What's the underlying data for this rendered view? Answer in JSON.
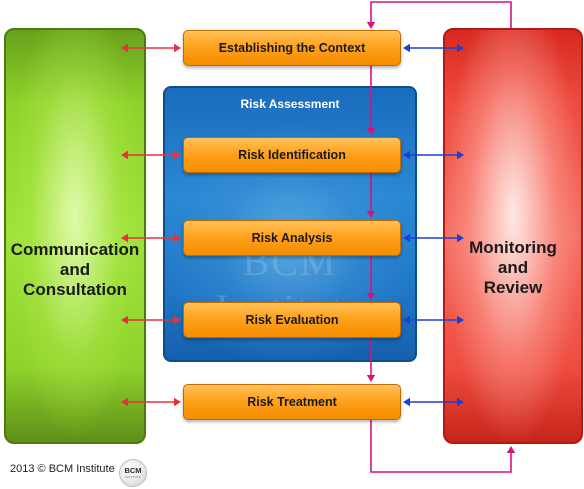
{
  "communication_panel": {
    "title": "Communication\nand\nConsultation"
  },
  "monitoring_panel": {
    "title": "Monitoring\nand\nReview"
  },
  "risk_assessment": {
    "title": "Risk Assessment",
    "watermark": "BCM Institute"
  },
  "steps": [
    {
      "label": "Establishing the Context"
    },
    {
      "label": "Risk Identification"
    },
    {
      "label": "Risk Analysis"
    },
    {
      "label": "Risk Evaluation"
    },
    {
      "label": "Risk Treatment"
    }
  ],
  "footer": {
    "text": "2013 © BCM Institute"
  },
  "logo": {
    "text": "BCM",
    "subtext": "INSTITUTE"
  },
  "colors": {
    "communication": "#8fd22c",
    "monitoring": "#ee4c3f",
    "assessment": "#1f77c6",
    "step": "#ffa21e",
    "left_arrows": "#e8323a",
    "right_arrows": "#1e3fd6",
    "flow_arrows": "#d6147e"
  }
}
